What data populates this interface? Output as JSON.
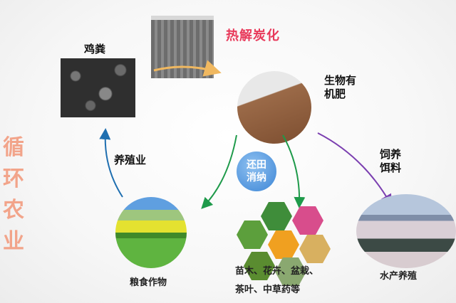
{
  "title": "循环农业",
  "nodes": {
    "manure": "鸡粪",
    "pyrolysis": "热解炭化",
    "fertilizer": "生物有机肥",
    "fertilizer_lines": [
      "生物有",
      "机肥"
    ],
    "livestock": "养殖业",
    "field_return": [
      "还田",
      "消纳"
    ],
    "feed": [
      "饲养",
      "饵料"
    ],
    "grain": "粮食作物",
    "crops": [
      "苗木、花卉、盆栽、",
      "茶叶、中草药等"
    ],
    "aquaculture": "水产养殖"
  },
  "colors": {
    "title": "#f2a48a",
    "pyrolysis": "#e8395a",
    "arrow_orange": "#f0b860",
    "arrow_blue": "#1f6fb0",
    "arrow_green": "#1e9a4a",
    "arrow_purple": "#7b3fb0",
    "badge": "#3d86d6"
  }
}
